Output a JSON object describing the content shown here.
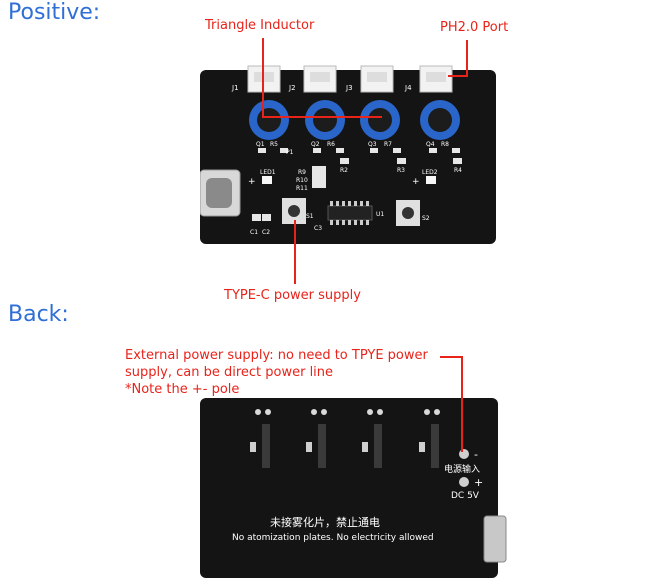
{
  "sections": {
    "positive_title": "Positive:",
    "back_title": "Back:"
  },
  "callouts": {
    "triangle_inductor": "Triangle Inductor",
    "ph_port": "PH2.0 Port",
    "typec_supply": "TYPE-C power supply",
    "external_line1": "External power supply: no need to TPYE power",
    "external_line2": "supply, can be direct power line",
    "external_line3": "*Note the +- pole"
  },
  "front_board": {
    "connectors": [
      "J1",
      "J2",
      "J3",
      "J4"
    ],
    "ic_label": "U1",
    "switch_labels": [
      "S1",
      "S2"
    ],
    "led_labels": [
      "LED1",
      "LED2"
    ],
    "resistor_labels": [
      "R5",
      "R6",
      "R7",
      "R8",
      "R2",
      "R3",
      "R4",
      "R9",
      "R10",
      "R11"
    ],
    "q_labels": [
      "Q1",
      "Q2",
      "Q3",
      "Q4"
    ],
    "cap_labels": [
      "C1",
      "C2",
      "C3"
    ],
    "plus_signs": [
      "+",
      "+"
    ],
    "p_label": "P1"
  },
  "back_board": {
    "minus": "-",
    "plus": "+",
    "power_input_cn": "电源输入",
    "dc_label": "DC 5V",
    "warning_cn": "未接雾化片，禁止通电",
    "warning_en": "No atomization plates. No electricity allowed"
  },
  "colors": {
    "accent_blue": "#2f6fd6",
    "callout_red": "#e8231a",
    "pcb_black": "#141414",
    "inductor_blue": "#2a66c9"
  }
}
